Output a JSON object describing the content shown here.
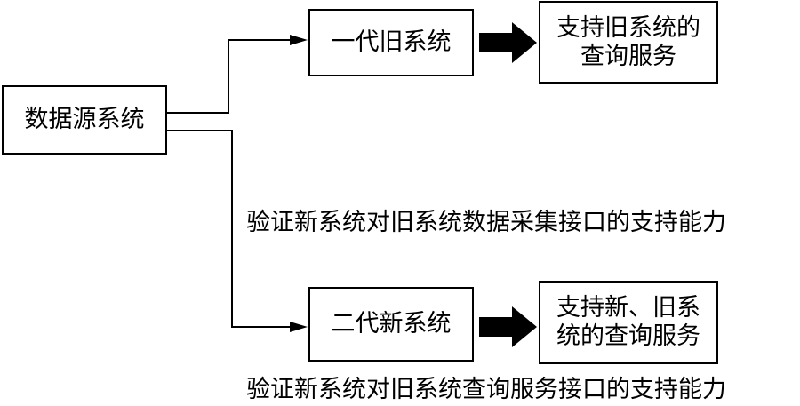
{
  "source_box": {
    "label": "数据源系统"
  },
  "old_system": {
    "label": "一代旧系统"
  },
  "old_service": {
    "line1": "支持旧系统的",
    "line2": "查询服务"
  },
  "new_system": {
    "label": "二代新系统"
  },
  "new_service": {
    "line1": "支持新、旧系",
    "line2": "统的查询服务"
  },
  "captions": {
    "collection": "验证新系统对旧系统数据采集接口的支持能力",
    "query": "验证新系统对旧系统查询服务接口的支持能力"
  }
}
